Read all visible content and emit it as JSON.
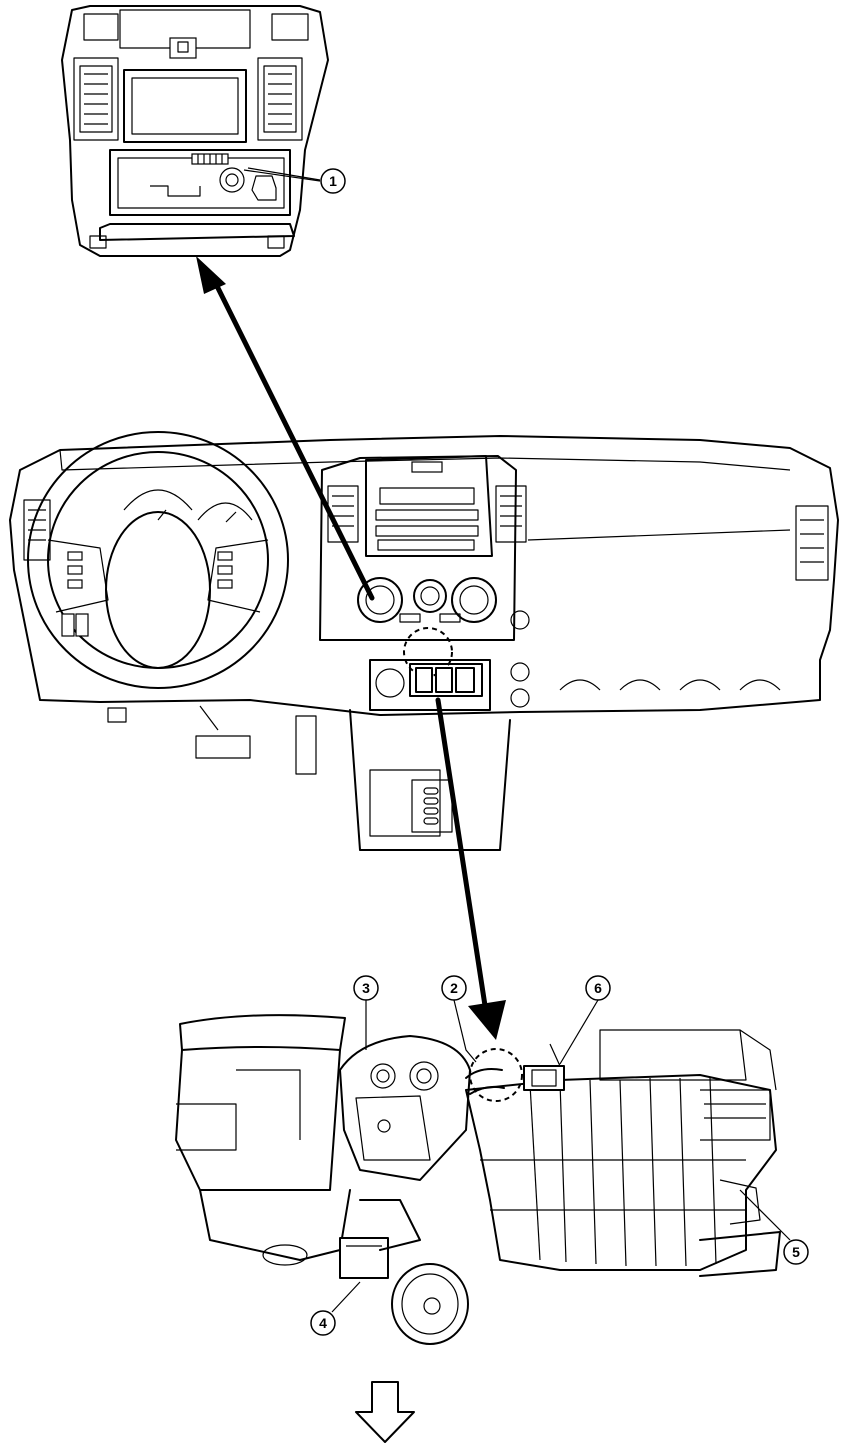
{
  "callouts": [
    {
      "label": "1"
    },
    {
      "label": "2"
    },
    {
      "label": "3"
    },
    {
      "label": "4"
    },
    {
      "label": "5"
    },
    {
      "label": "6"
    }
  ],
  "colors": {
    "line": "#000000",
    "background": "#ffffff"
  }
}
